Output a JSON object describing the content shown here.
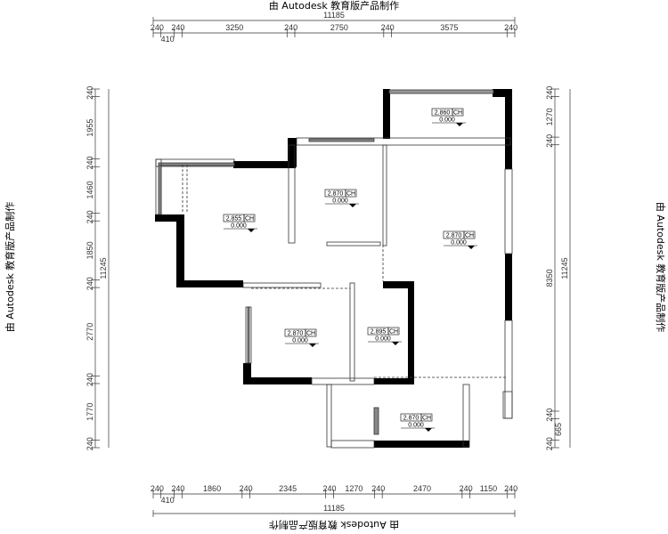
{
  "watermark": "由 Autodesk 教育版产品制作",
  "dimensions": {
    "top": {
      "total": "11185",
      "segments": [
        "240",
        "410",
        "240",
        "3250",
        "240",
        "2750",
        "240",
        "3575",
        "240"
      ]
    },
    "bottom": {
      "total": "11185",
      "segments": [
        "240",
        "410",
        "240",
        "1860",
        "240",
        "2345",
        "240",
        "1270",
        "240",
        "2470",
        "240",
        "1150",
        "240"
      ]
    },
    "left": {
      "total": "11245",
      "segments": [
        "240",
        "1955",
        "240",
        "1460",
        "240",
        "1850",
        "240",
        "2770",
        "240",
        "1770",
        "240"
      ]
    },
    "right": {
      "total": "11245",
      "segments": [
        "240",
        "1270",
        "240",
        "8350",
        "240",
        "665",
        "240"
      ]
    }
  },
  "rooms": [
    {
      "height": "2.860",
      "unit": "CH",
      "level": "0.000"
    },
    {
      "height": "2.870",
      "unit": "CH",
      "level": "0.000"
    },
    {
      "height": "2.855",
      "unit": "CH",
      "level": "0.000"
    },
    {
      "height": "2.870",
      "unit": "CH",
      "level": "0.000"
    },
    {
      "height": "2.870",
      "unit": "CH",
      "level": "0.000"
    },
    {
      "height": "2.895",
      "unit": "CH",
      "level": "0.000"
    },
    {
      "height": "2.870",
      "unit": "CH",
      "level": "0.000"
    }
  ],
  "colors": {
    "wall": "#000000",
    "window": "#808080",
    "line": "#333333"
  }
}
